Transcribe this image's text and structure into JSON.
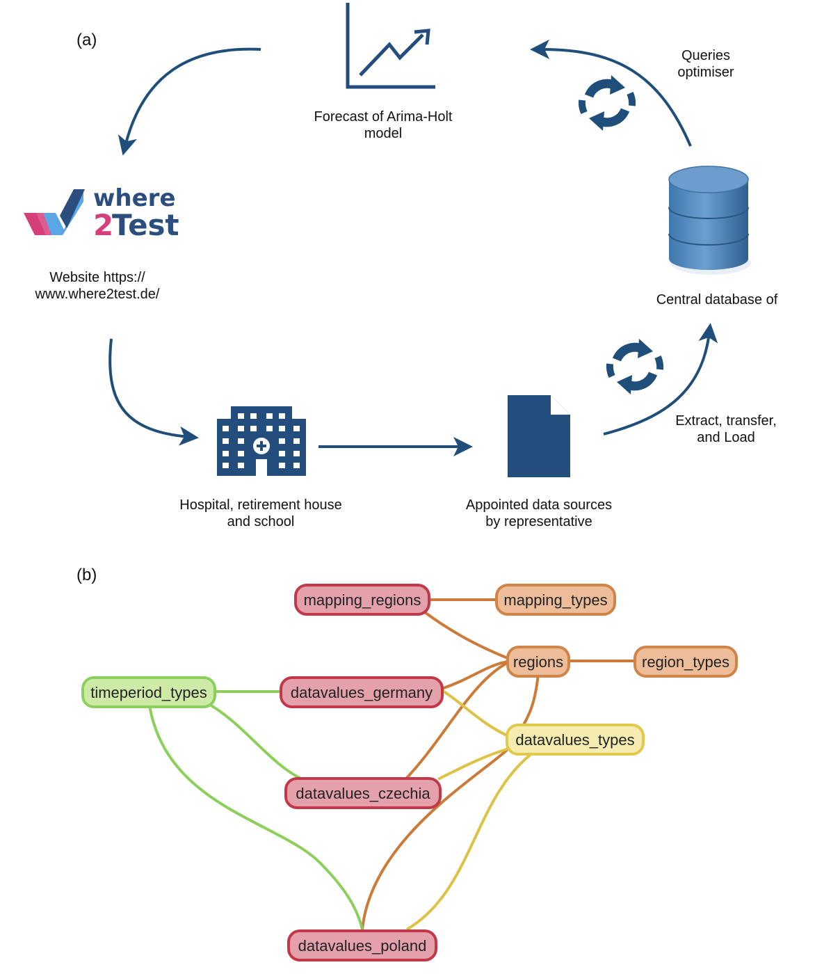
{
  "panel_a": {
    "label": "(a)",
    "forecast_caption": [
      "Forecast of Arima-Holt",
      "model"
    ],
    "queries_caption": [
      "Queries",
      "optimiser"
    ],
    "logo": {
      "where": "where",
      "two": "2",
      "test": "Test"
    },
    "website_caption": [
      "Website https://",
      "www.where2test.de/"
    ],
    "database_caption": "Central database of",
    "etl_caption": [
      "Extract, transfer,",
      "and Load"
    ],
    "hospital_caption": [
      "Hospital, retirement house",
      "and school"
    ],
    "sources_caption": [
      "Appointed data sources",
      "by representative"
    ]
  },
  "panel_b": {
    "label": "(b)",
    "nodes": [
      {
        "id": "mapping_regions",
        "label": "mapping_regions",
        "group": "red"
      },
      {
        "id": "mapping_types",
        "label": "mapping_types",
        "group": "orange"
      },
      {
        "id": "regions",
        "label": "regions",
        "group": "orange"
      },
      {
        "id": "region_types",
        "label": "region_types",
        "group": "orange"
      },
      {
        "id": "timeperiod_types",
        "label": "timeperiod_types",
        "group": "green"
      },
      {
        "id": "datavalues_germany",
        "label": "datavalues_germany",
        "group": "red"
      },
      {
        "id": "datavalues_types",
        "label": "datavalues_types",
        "group": "yellow"
      },
      {
        "id": "datavalues_czechia",
        "label": "datavalues_czechia",
        "group": "red"
      },
      {
        "id": "datavalues_poland",
        "label": "datavalues_poland",
        "group": "red"
      }
    ],
    "edges": [
      {
        "from": "mapping_regions",
        "to": "mapping_types"
      },
      {
        "from": "mapping_regions",
        "to": "regions"
      },
      {
        "from": "regions",
        "to": "region_types"
      },
      {
        "from": "timeperiod_types",
        "to": "datavalues_germany"
      },
      {
        "from": "timeperiod_types",
        "to": "datavalues_czechia"
      },
      {
        "from": "timeperiod_types",
        "to": "datavalues_poland"
      },
      {
        "from": "datavalues_germany",
        "to": "regions"
      },
      {
        "from": "datavalues_germany",
        "to": "datavalues_types"
      },
      {
        "from": "datavalues_czechia",
        "to": "regions"
      },
      {
        "from": "datavalues_czechia",
        "to": "datavalues_types"
      },
      {
        "from": "datavalues_poland",
        "to": "regions"
      },
      {
        "from": "datavalues_poland",
        "to": "datavalues_types"
      },
      {
        "from": "regions",
        "to": "datavalues_types"
      }
    ],
    "colors": {
      "red": {
        "fill": "#e4a0ab",
        "stroke": "#c23848"
      },
      "orange": {
        "fill": "#edbd9a",
        "stroke": "#d08448"
      },
      "yellow": {
        "fill": "#f6ecb0",
        "stroke": "#e0c94c"
      },
      "green": {
        "fill": "#cdeaa6",
        "stroke": "#8ccf5c"
      },
      "edge_orange": "#cc7a38",
      "edge_yellow": "#dcc245",
      "edge_green": "#8ccf5a"
    }
  },
  "colors": {
    "navy": "#1f4e7a",
    "doc": "#234d7c"
  }
}
